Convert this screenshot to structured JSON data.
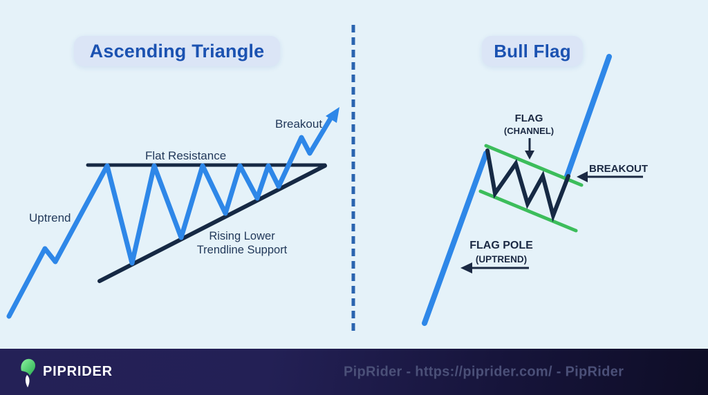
{
  "colors": {
    "background": "#e5f2f9",
    "panel_title_text": "#1b52b1",
    "panel_title_bg": "#dbe5f6",
    "price_blue": "#2e87e8",
    "line_navy": "#162944",
    "channel_green": "#3cbd5b",
    "divider_blue": "#2a64af",
    "label_navy": "#22395a",
    "label_strong": "#1b2943",
    "footer_bg_left": "#242157",
    "footer_bg_right": "#0e0d26",
    "footer_brand_text": "#ffffff",
    "footer_attribution_text": "#4b5078",
    "logo_green": "#2fbf5f"
  },
  "left_panel": {
    "title": "Ascending Triangle",
    "labels": {
      "uptrend": "Uptrend",
      "flat_resistance": "Flat Resistance",
      "breakout": "Breakout",
      "rising_support": "Rising Lower\nTrendline Support"
    }
  },
  "right_panel": {
    "title": "Bull Flag",
    "labels": {
      "flag": "FLAG",
      "channel": "(CHANNEL)",
      "breakout": "BREAKOUT",
      "flag_pole": "FLAG POLE",
      "uptrend": "(UPTREND)"
    }
  },
  "footer": {
    "brand": "PIPRIDER",
    "attribution": "PipRider - https://piprider.com/ - PipRider"
  }
}
